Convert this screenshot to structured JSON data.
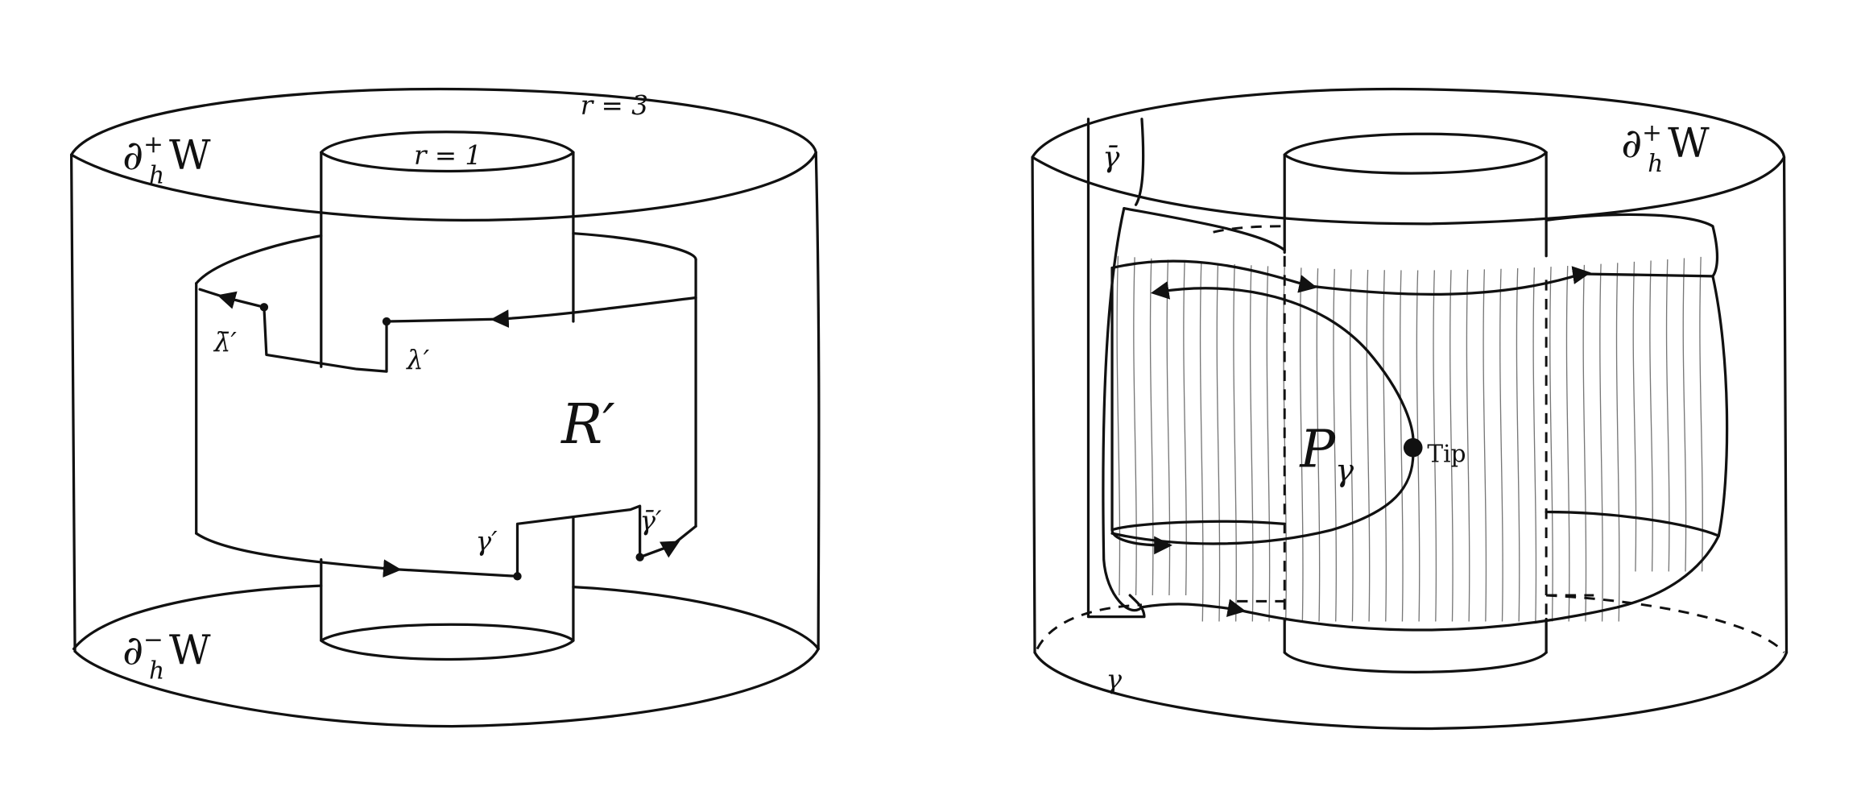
{
  "left_panel": {
    "top_boundary": {
      "base": "∂",
      "sub": "h",
      "sup": "+",
      "set": "W"
    },
    "bottom_boundary": {
      "base": "∂",
      "sub": "h",
      "sup": "−",
      "set": "W"
    },
    "outer_radius": "r = 3",
    "inner_radius": "r = 1",
    "lambda_bar": "λ̄′",
    "lambda": "λ′",
    "region": "R′",
    "gamma": "γ′",
    "gamma_bar": "γ̄′"
  },
  "right_panel": {
    "top_boundary": {
      "base": "∂",
      "sub": "h",
      "sup": "+",
      "set": "W"
    },
    "gamma_bar": "γ̄",
    "gamma": "γ",
    "surface": {
      "base": "P",
      "sub": "γ"
    },
    "tip": "Tip"
  }
}
